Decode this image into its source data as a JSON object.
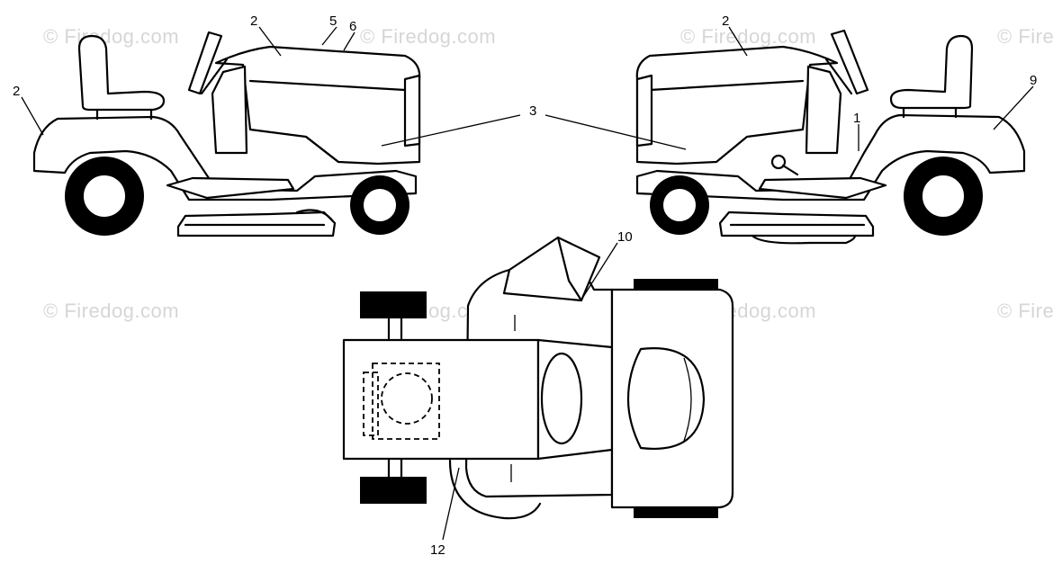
{
  "watermark": {
    "text": "© Firedog.com",
    "partial_text": "© Fire"
  },
  "callouts": {
    "c1": "1",
    "c2": "2",
    "c3": "3",
    "c5": "5",
    "c6": "6",
    "c9": "9",
    "c10": "10",
    "c12": "12"
  }
}
